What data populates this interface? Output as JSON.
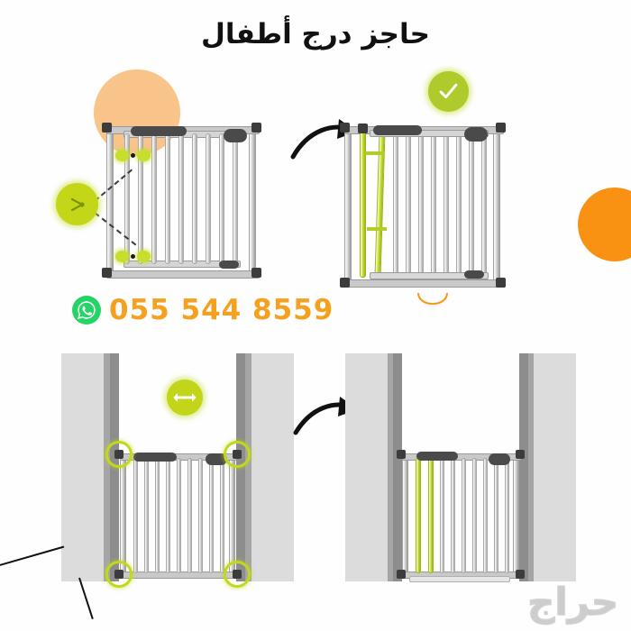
{
  "page": {
    "title": "حاجز درج أطفال",
    "background_color": "#fefefe",
    "watermark_text": "حراج"
  },
  "contact": {
    "icon": "whatsapp-icon",
    "phone_number": "055 544 8559",
    "number_color": "#f5a01f",
    "icon_color": "#25d366"
  },
  "decor": {
    "peach_circle_color": "#f8c48a",
    "orange_circle_color": "#f99113",
    "lime_badge_color": "#c2d519",
    "check_badge_color": "#aecb2b"
  },
  "steps": [
    {
      "id": "step-1",
      "position": "top-left",
      "badge_icon": "wrench-tool-icon",
      "badge_label": "",
      "description": "Baby stair gate shown with mounting screw points highlighted",
      "highlight_color": "#c8de2e"
    },
    {
      "id": "step-2",
      "position": "top-right",
      "badge_icon": "check-circle-icon",
      "badge_label": "",
      "description": "Gate assembled correctly with green extension bar fitted",
      "highlight_color": "#aecb2b"
    },
    {
      "id": "step-3",
      "position": "bottom-left",
      "badge_icon": "width-arrow-icon",
      "badge_label": "",
      "description": "Gate fitted between two walls, four mounting points circled",
      "highlight_color": "#c2d81e"
    },
    {
      "id": "step-4",
      "position": "bottom-right",
      "badge_icon": "",
      "badge_label": "",
      "description": "Finished installation between walls with green extension",
      "highlight_color": "#c2d81e"
    }
  ],
  "flow_arrows": [
    {
      "id": "arrow-top",
      "from": "step-1",
      "to": "step-2",
      "shape": "curved-right-arrow"
    },
    {
      "id": "arrow-bottom",
      "from": "step-3",
      "to": "step-4",
      "shape": "curved-right-arrow"
    }
  ]
}
